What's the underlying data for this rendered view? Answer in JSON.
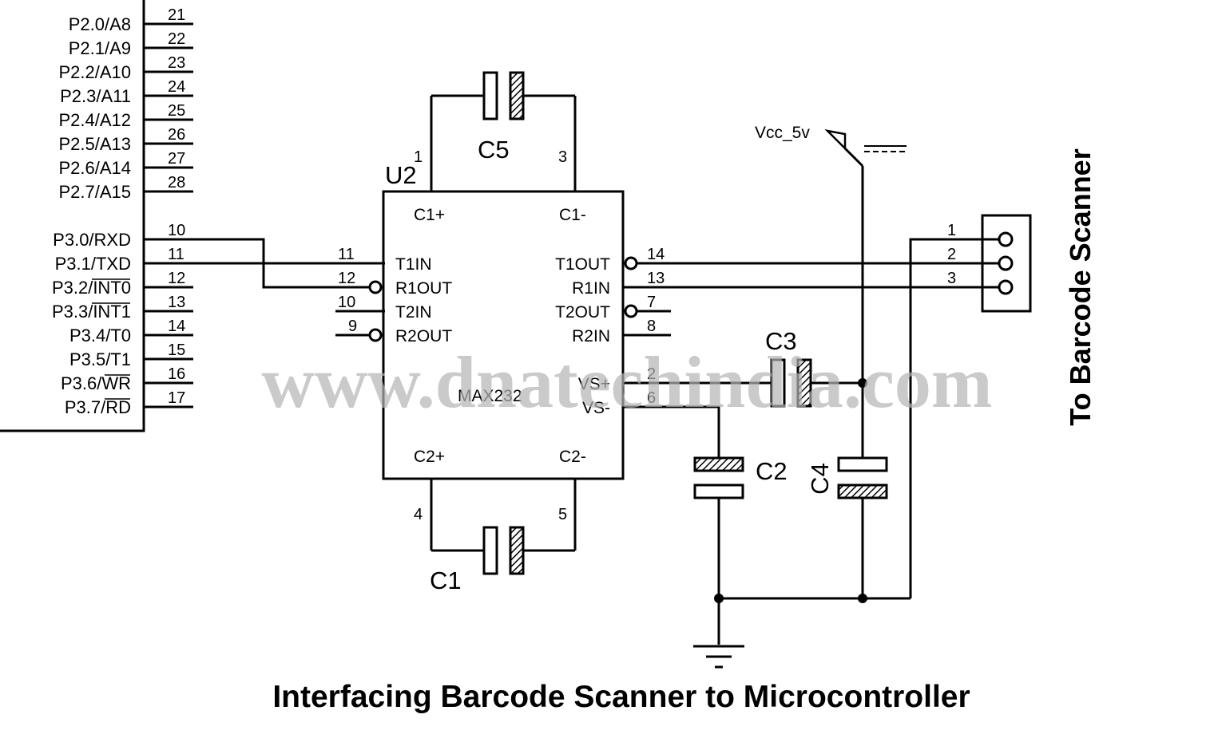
{
  "title": "Interfacing Barcode Scanner to Microcontroller",
  "side_label": "To Barcode Scanner",
  "watermark": "www.dnatechindia.com",
  "vcc_label": "Vcc_5v",
  "port2_pins": [
    {
      "label": "P2.0/A8",
      "num": "21"
    },
    {
      "label": "P2.1/A9",
      "num": "22"
    },
    {
      "label": "P2.2/A10",
      "num": "23"
    },
    {
      "label": "P2.3/A11",
      "num": "24"
    },
    {
      "label": "P2.4/A12",
      "num": "25"
    },
    {
      "label": "P2.5/A13",
      "num": "26"
    },
    {
      "label": "P2.6/A14",
      "num": "27"
    },
    {
      "label": "P2.7/A15",
      "num": "28"
    }
  ],
  "port3_pins": [
    {
      "label": "P3.0/RXD",
      "num": "10"
    },
    {
      "label": "P3.1/TXD",
      "num": "11"
    },
    {
      "label": "P3.2/INT0",
      "num": "12"
    },
    {
      "label": "P3.3/INT1",
      "num": "13"
    },
    {
      "label": "P3.4/T0",
      "num": "14"
    },
    {
      "label": "P3.5/T1",
      "num": "15"
    },
    {
      "label": "P3.6/WR",
      "num": "16"
    },
    {
      "label": "P3.7/RD",
      "num": "17"
    }
  ],
  "max232": {
    "ref": "U2",
    "part": "MAX232",
    "top_left": {
      "label": "C1+",
      "num": "1"
    },
    "top_right": {
      "label": "C1-",
      "num": "3"
    },
    "bottom_left": {
      "label": "C2+",
      "num": "4"
    },
    "bottom_right": {
      "label": "C2-",
      "num": "5"
    },
    "left_pins": [
      {
        "label": "T1IN",
        "num": "11"
      },
      {
        "label": "R1OUT",
        "num": "12"
      },
      {
        "label": "T2IN",
        "num": "10"
      },
      {
        "label": "R2OUT",
        "num": "9"
      }
    ],
    "right_pins": [
      {
        "label": "T1OUT",
        "num": "14"
      },
      {
        "label": "R1IN",
        "num": "13"
      },
      {
        "label": "T2OUT",
        "num": "7"
      },
      {
        "label": "R2IN",
        "num": "8"
      },
      {
        "label": "VS+",
        "num": "2"
      },
      {
        "label": "VS-",
        "num": "6"
      }
    ]
  },
  "capacitors": {
    "c1": "C1",
    "c2": "C2",
    "c3": "C3",
    "c4": "C4",
    "c5": "C5"
  },
  "connector_pins": [
    "1",
    "2",
    "3"
  ]
}
